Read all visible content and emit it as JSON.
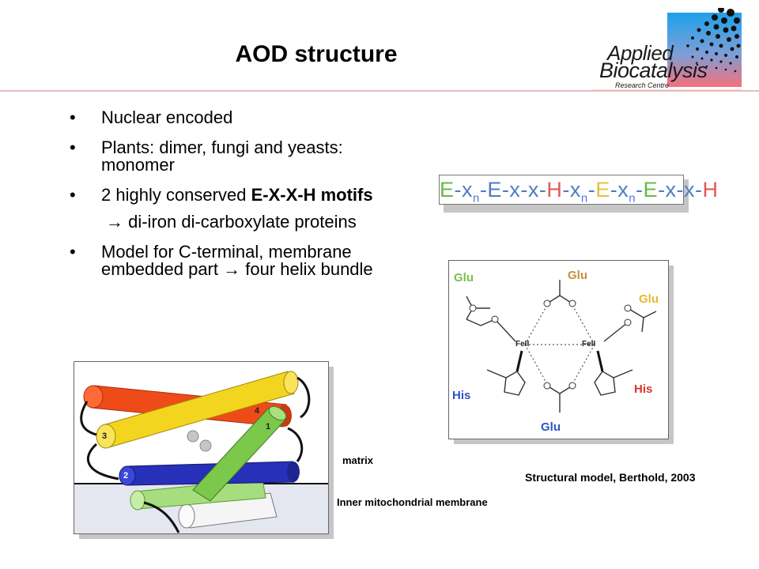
{
  "title": "AOD structure",
  "logo": {
    "line1": "Applied",
    "line2": "Biocatalysis",
    "line3": "Research Centre"
  },
  "bullets": [
    {
      "text": "Nuclear encoded"
    },
    {
      "text": "Plants: dimer, fungi and yeasts: monomer"
    },
    {
      "text_before": "2 highly conserved ",
      "text_bold": "E-X-X-H motifs",
      "sub": "→ di-iron di-carboxylate proteins"
    },
    {
      "text": "Model for C-terminal, membrane embedded part → four helix bundle"
    }
  ],
  "bullet_symbol": "•",
  "motif": {
    "parts": [
      {
        "t": "E",
        "c": "#66bb44"
      },
      {
        "t": "-x",
        "c": "#4d7dc7"
      },
      {
        "t": "n",
        "c": "#4d7dc7",
        "sub": true
      },
      {
        "t": "-E-x-x-",
        "c": "#4d7dc7"
      },
      {
        "t": "H",
        "c": "#e35b54"
      },
      {
        "t": "-x",
        "c": "#4d7dc7"
      },
      {
        "t": "n",
        "c": "#4d7dc7",
        "sub": true
      },
      {
        "t": "-",
        "c": "#4d7dc7"
      },
      {
        "t": "E",
        "c": "#e6c13c"
      },
      {
        "t": "-x",
        "c": "#4d7dc7"
      },
      {
        "t": "n",
        "c": "#4d7dc7",
        "sub": true
      },
      {
        "t": "-",
        "c": "#4d7dc7"
      },
      {
        "t": "E",
        "c": "#66bb44"
      },
      {
        "t": "-x-x-",
        "c": "#4d7dc7"
      },
      {
        "t": "H",
        "c": "#e35b54"
      }
    ]
  },
  "structure": {
    "glu_top_left": "Glu",
    "glu_top": "Glu",
    "glu_right": "Glu",
    "glu_bottom": "Glu",
    "his_left": "His",
    "his_right": "His",
    "fe_left": "FeII",
    "fe_right": "FeII"
  },
  "helix_numbers": {
    "h1": "1",
    "h2": "2",
    "h3": "3",
    "h4": "4"
  },
  "captions": {
    "matrix": "matrix",
    "membrane": "Inner mitochondrial membrane",
    "model": "Structural model, Berthold, 2003"
  },
  "colors": {
    "glu_green": "#7cc043",
    "glu_yellow": "#e6bb2e",
    "glu_brown": "#c6903a",
    "his_red": "#d9342b",
    "his_blue": "#2b55c7",
    "logo_blue": "#2aa3e6",
    "logo_pink": "#f1707b"
  }
}
